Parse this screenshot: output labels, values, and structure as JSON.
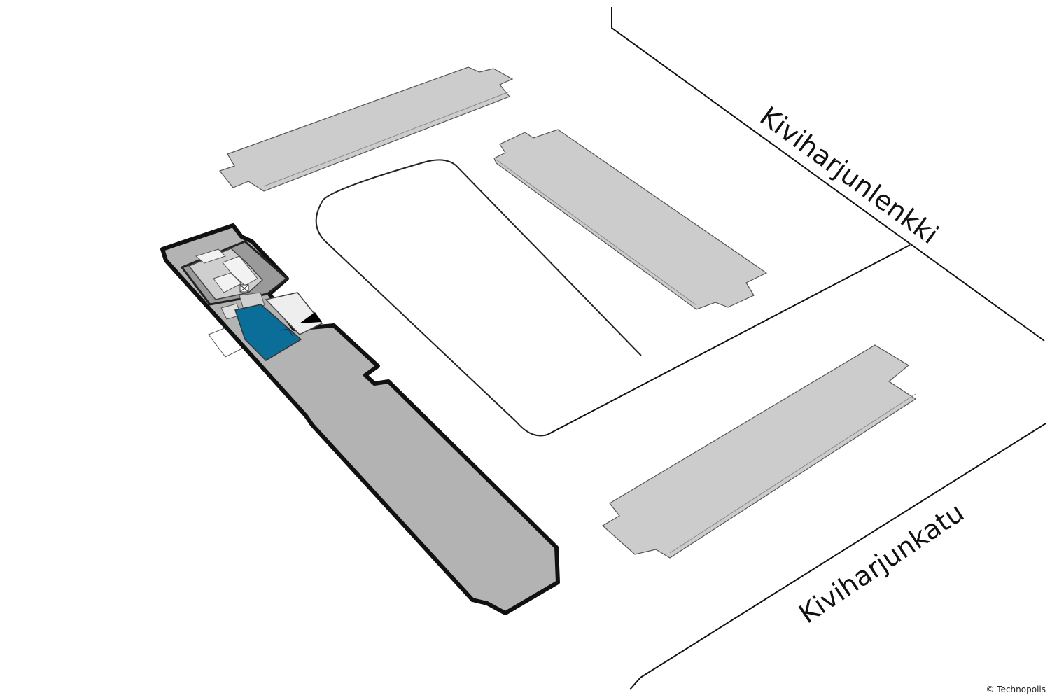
{
  "streets": {
    "north_east": "Kiviharjunlenkki",
    "south_east": "Kiviharjunkatu"
  },
  "copyright": "© Technopolis",
  "colors": {
    "background": "#ffffff",
    "other_building": "#cccccc",
    "highlighted_building": "#b3b3b3",
    "highlighted_area": "#0b6e99",
    "outline": "#222222"
  },
  "icons": {
    "entrance": "entrance-arrow-icon",
    "elevator": "elevator-icon"
  }
}
